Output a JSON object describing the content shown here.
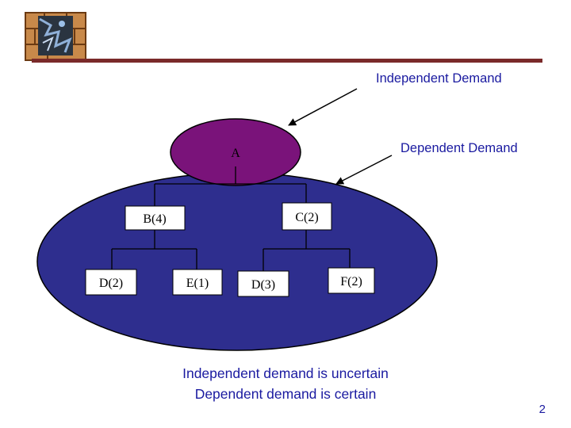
{
  "labels": {
    "independent_demand": "Independent Demand",
    "dependent_demand": "Dependent Demand"
  },
  "tree": {
    "root": "A",
    "level2": [
      "B(4)",
      "C(2)"
    ],
    "level3": [
      "D(2)",
      "E(1)",
      "D(3)",
      "F(2)"
    ]
  },
  "caption": {
    "line1": "Independent demand is uncertain",
    "line2": "Dependent demand is certain"
  },
  "page_number": "2",
  "colors": {
    "independent_ellipse": "#7a137a",
    "dependent_ellipse": "#2e2e8e",
    "text_blue": "#1a1aa0",
    "node_fill": "#ffffff"
  }
}
